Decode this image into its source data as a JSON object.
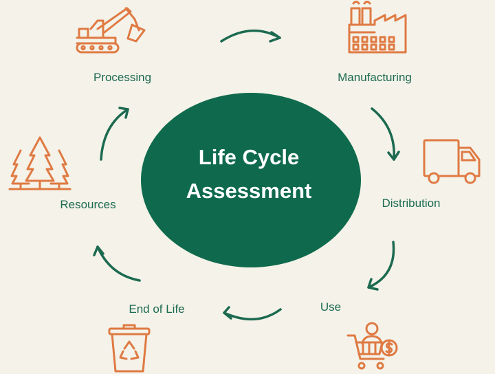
{
  "center": {
    "line1": "Life Cycle",
    "line2": "Assessment"
  },
  "stages": {
    "processing": "Processing",
    "manufacturing": "Manufacturing",
    "distribution": "Distribution",
    "use": "Use",
    "end_of_life": "End of Life",
    "resources": "Resources"
  },
  "icons": {
    "processing": "excavator-icon",
    "manufacturing": "factory-icon",
    "distribution": "truck-icon",
    "use": "shopping-cart-icon",
    "end_of_life": "recycle-bin-icon",
    "resources": "trees-icon"
  },
  "colors": {
    "background": "#f4f2e9",
    "primary_green": "#0f6a4d",
    "label_green": "#1c6a50",
    "icon_orange": "#df7a43"
  }
}
